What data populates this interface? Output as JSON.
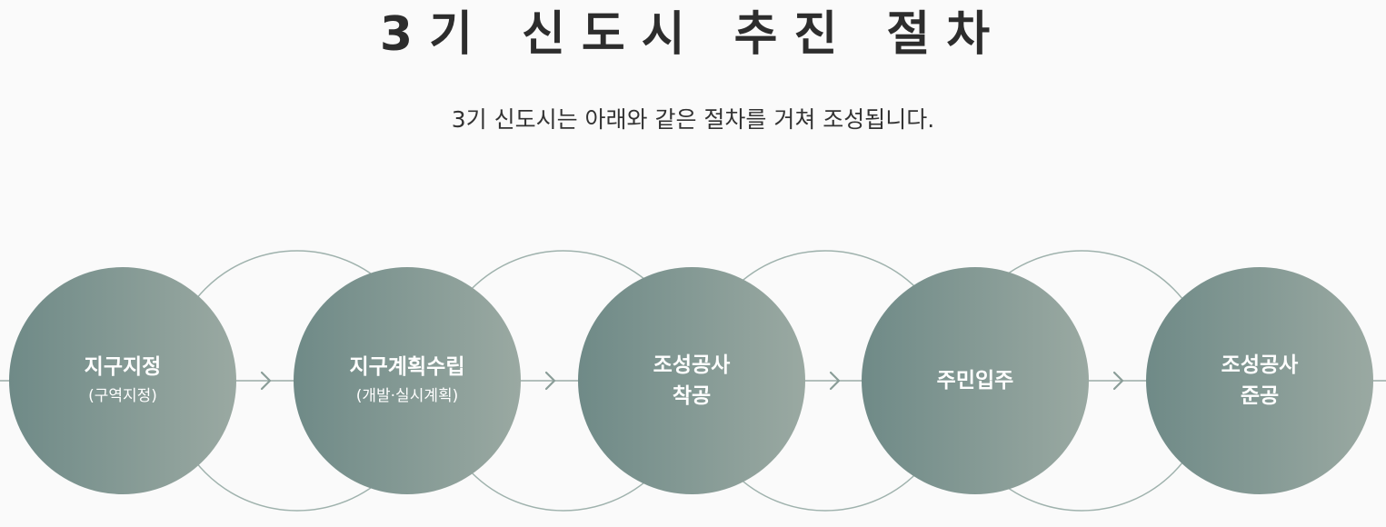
{
  "header": {
    "title": "3기 신도시 추진 절차",
    "subtitle": "3기 신도시는 아래와 같은 절차를 거쳐 조성됩니다."
  },
  "steps": [
    {
      "label": "지구지정",
      "sub": "(구역지정)"
    },
    {
      "label": "지구계획수립",
      "sub": "(개발·실시계획)"
    },
    {
      "label": "조성공사",
      "label2": "착공"
    },
    {
      "label": "주민입주"
    },
    {
      "label": "조성공사",
      "label2": "준공"
    }
  ],
  "colors": {
    "circle_gradient_start": "#6f8a87",
    "circle_gradient_end": "#9aa9a2",
    "outline": "#9fb2ad",
    "line": "#9aaba6",
    "arrow": "#8a9d98",
    "background": "#fafafa"
  },
  "icons": {
    "arrow": "chevron-right-icon"
  }
}
